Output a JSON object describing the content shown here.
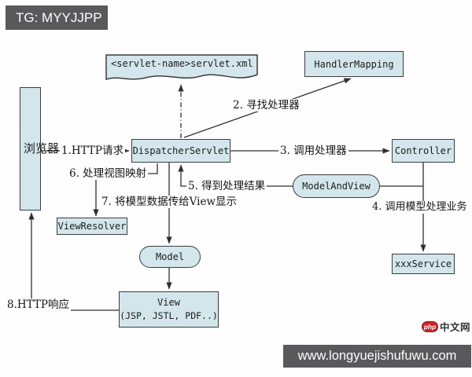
{
  "header": {
    "tag": "TG: MYYJJPP"
  },
  "diagram": {
    "title_implied": "Spring MVC request flow",
    "nodes": {
      "browser": {
        "label": "浏览器"
      },
      "servlet_xml": {
        "label": "<servlet-name>servlet.xml"
      },
      "handler_mapping": {
        "label": "HandlerMapping"
      },
      "dispatcher_servlet": {
        "label": "DispatcherServlet"
      },
      "controller": {
        "label": "Controller"
      },
      "model_and_view": {
        "label": "ModelAndView"
      },
      "view_resolver": {
        "label": "ViewResolver"
      },
      "model": {
        "label": "Model"
      },
      "view": {
        "title": "View",
        "subtitle": "(JSP, JSTL, PDF..)"
      },
      "xxx_service": {
        "label": "xxxService"
      }
    },
    "steps": {
      "step1": "1.HTTP请求",
      "step2": "2. 寻找处理器",
      "step3": "3. 调用处理器",
      "step4": "4. 调用模型处理业务",
      "step5": "5. 得到处理结果",
      "step6": "6. 处理视图映射",
      "step7": "7. 将模型数据传给View显示",
      "step8": "8.HTTP响应"
    }
  },
  "footer": {
    "logo_badge": "php",
    "logo_text": "中文网",
    "url": "www.longyuejishufuwu.com"
  },
  "colors": {
    "node_fill": "#d3e6ec",
    "node_border": "#3d3d3d",
    "line": "#2f2f2f",
    "bar_bg": "#59595b",
    "logo_red": "#c9252c"
  }
}
